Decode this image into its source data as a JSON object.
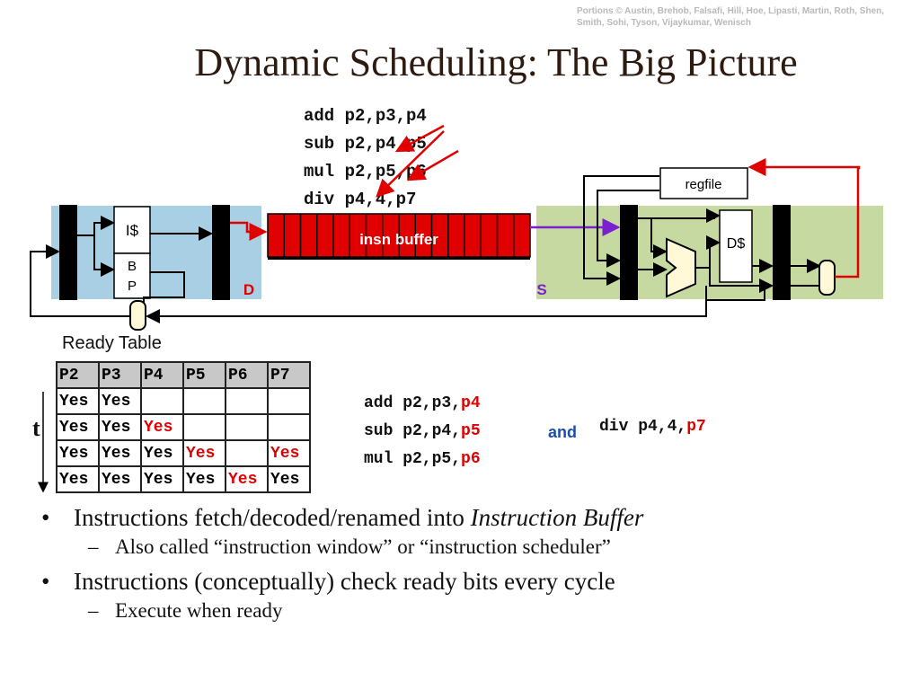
{
  "credits": "Portions © Austin, Brehob, Falsafi, Hill, Hoe,  Lipasti, Martin, Roth, Shen, Smith, Sohi, Tyson, Vijaykumar, Wenisch",
  "title": "Dynamic Scheduling: The Big Picture",
  "code_top": [
    "add p2,p3,p4",
    "sub p2,p4,p5",
    "mul p2,p5,p6",
    "div p4,4,p7"
  ],
  "diagram": {
    "icache": "I$",
    "bp": [
      "B",
      "P"
    ],
    "insn_buffer": "insn buffer",
    "stage_d": "D",
    "stage_s": "S",
    "regfile": "regfile",
    "dcache": "D$"
  },
  "colors": {
    "red": "#e00000",
    "blue_region": "#a8cfe4",
    "green_region": "#c5d9a0",
    "purple": "#7b1fd0",
    "table_header": "#c8c8c8"
  },
  "ready_table": {
    "label": "Ready Table",
    "headers": [
      "P2",
      "P3",
      "P4",
      "P5",
      "P6",
      "P7"
    ],
    "rows": [
      [
        {
          "v": "Yes",
          "red": false
        },
        {
          "v": "Yes",
          "red": false
        },
        {
          "v": "",
          "red": false
        },
        {
          "v": "",
          "red": false
        },
        {
          "v": "",
          "red": false
        },
        {
          "v": "",
          "red": false
        }
      ],
      [
        {
          "v": "Yes",
          "red": false
        },
        {
          "v": "Yes",
          "red": false
        },
        {
          "v": "Yes",
          "red": true
        },
        {
          "v": "",
          "red": false
        },
        {
          "v": "",
          "red": false
        },
        {
          "v": "",
          "red": false
        }
      ],
      [
        {
          "v": "Yes",
          "red": false
        },
        {
          "v": "Yes",
          "red": false
        },
        {
          "v": "Yes",
          "red": false
        },
        {
          "v": "Yes",
          "red": true
        },
        {
          "v": "",
          "red": false
        },
        {
          "v": "Yes",
          "red": true
        }
      ],
      [
        {
          "v": "Yes",
          "red": false
        },
        {
          "v": "Yes",
          "red": false
        },
        {
          "v": "Yes",
          "red": false
        },
        {
          "v": "Yes",
          "red": false
        },
        {
          "v": "Yes",
          "red": true
        },
        {
          "v": "Yes",
          "red": false
        }
      ]
    ],
    "time_label": "t"
  },
  "code_right": [
    {
      "pre": "add p2,p3,",
      "hl": "p4"
    },
    {
      "pre": "sub p2,p4,",
      "hl": "p5"
    },
    {
      "pre": "mul p2,p5,",
      "hl": "p6"
    }
  ],
  "and_word": "and",
  "div_line": {
    "pre": "div p4,4,",
    "hl": "p7"
  },
  "bullets": [
    {
      "text": "Instructions fetch/decoded/renamed into ",
      "em": "Instruction Buffer",
      "sub": "Also called “instruction window” or “instruction scheduler”"
    },
    {
      "text": "Instructions (conceptually) check ready bits every cycle",
      "em": "",
      "sub": "Execute when ready"
    }
  ]
}
